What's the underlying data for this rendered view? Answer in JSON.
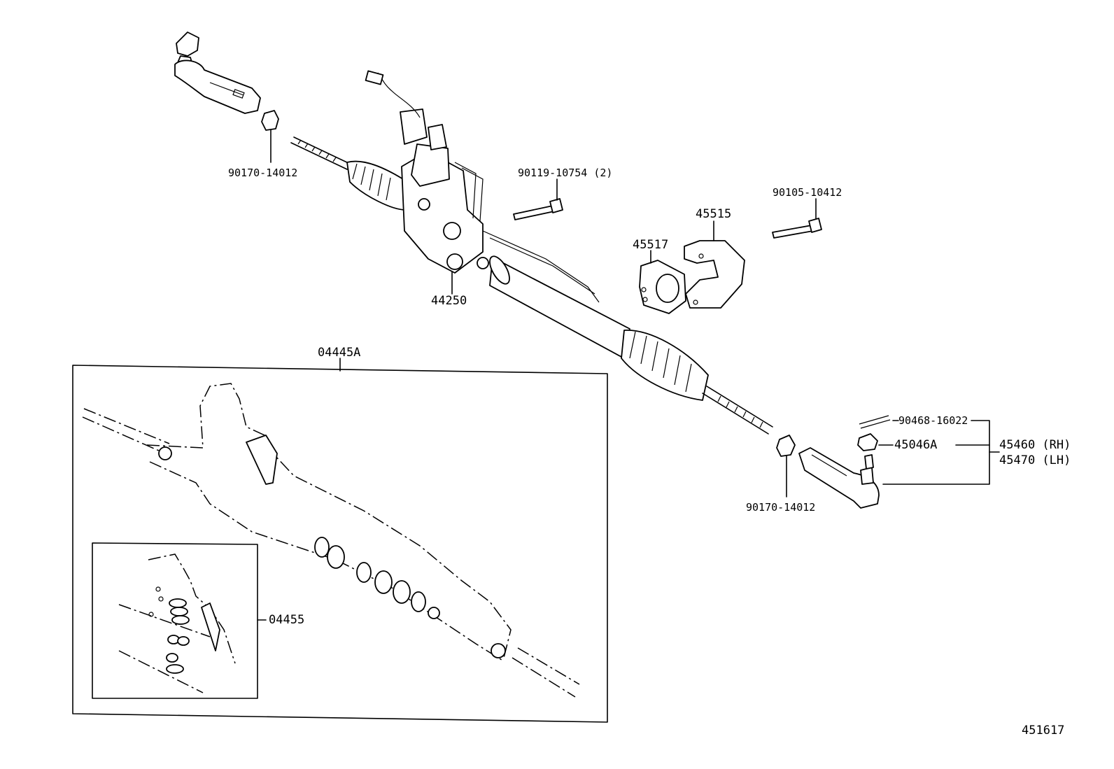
{
  "labels": {
    "tie_rod_nut_left": "90170-14012",
    "bolt_center": "90119-10754 (2)",
    "bolt_right": "90105-10412",
    "bracket_45515": "45515",
    "cushion_45517": "45517",
    "rack_assembly": "44250",
    "gear_housing_kit": "04445A",
    "tie_rod_nut_right": "90170-14012",
    "cotter_pin": "90468-16022",
    "castle_nut": "45046A",
    "tie_rod_end_rh": "45460 (RH)",
    "tie_rod_end_lh": "45470 (LH)",
    "seal_kit": "04455",
    "diagram_id": "451617"
  }
}
